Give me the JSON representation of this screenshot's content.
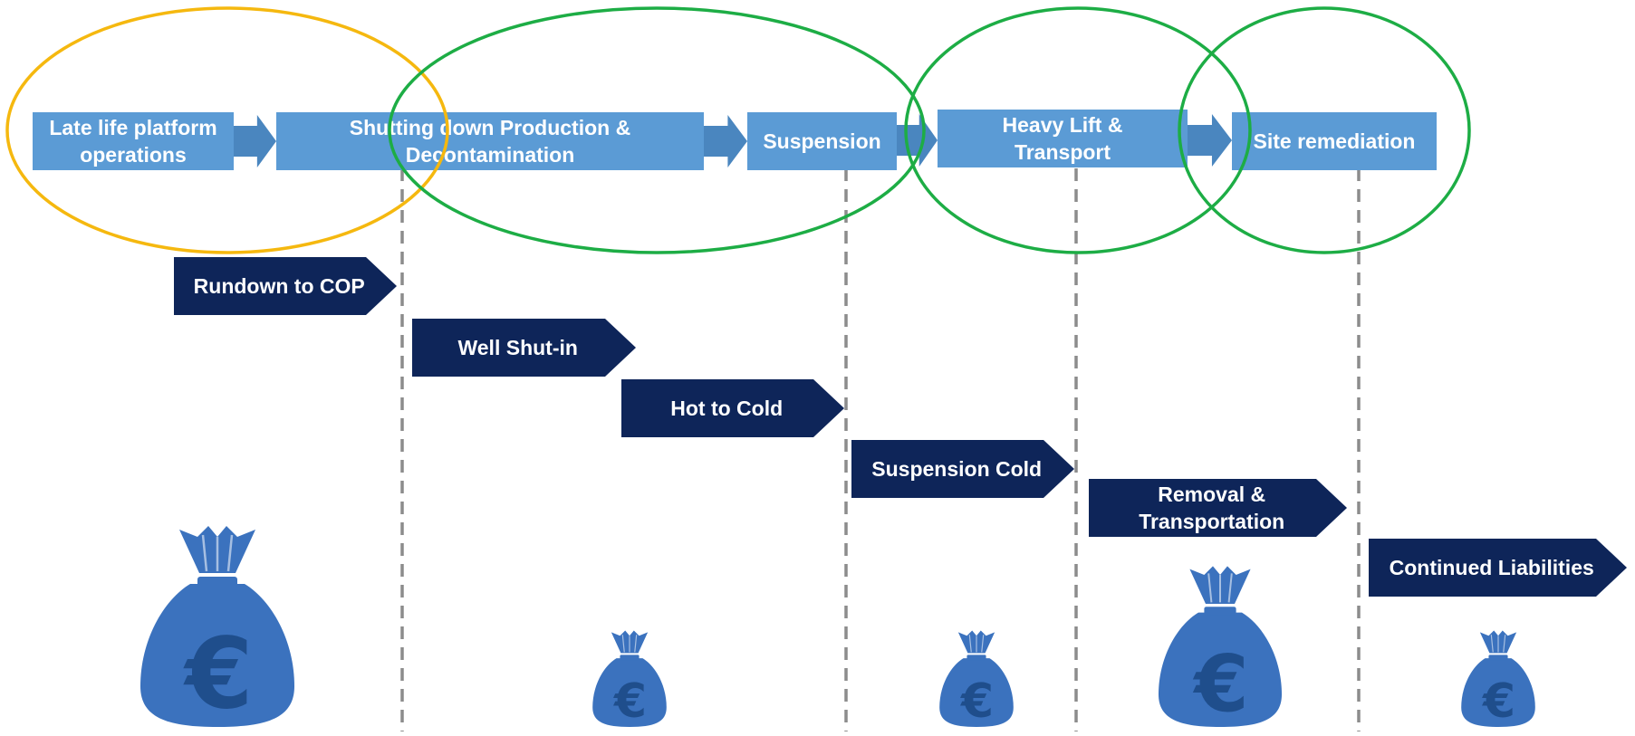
{
  "colors": {
    "phase_box": "#5B9BD5",
    "phase_arrow": "#4A86BF",
    "activity_chevron": "#0E2559",
    "ellipse_yellow": "#F5B80F",
    "ellipse_green": "#1DAD45",
    "divider": "#8C8C8C",
    "money_bag": "#3B72BE",
    "text": "#FFFFFF"
  },
  "phases": [
    {
      "label": "Late life platform operations",
      "lines": [
        "Late life platform",
        "operations"
      ]
    },
    {
      "label": "Shutting down Production & Decontamination",
      "lines": [
        "Shutting down Production &",
        "Decontamination"
      ]
    },
    {
      "label": "Suspension",
      "lines": [
        "Suspension"
      ]
    },
    {
      "label": "Heavy Lift & Transport",
      "lines": [
        "Heavy Lift &",
        "Transport"
      ]
    },
    {
      "label": "Site remediation",
      "lines": [
        "Site remediation"
      ]
    }
  ],
  "activities": [
    {
      "label": "Rundown to COP",
      "lines": [
        "Rundown to COP"
      ]
    },
    {
      "label": "Well Shut-in",
      "lines": [
        "Well Shut-in"
      ]
    },
    {
      "label": "Hot to Cold",
      "lines": [
        "Hot to Cold"
      ]
    },
    {
      "label": "Suspension Cold",
      "lines": [
        "Suspension Cold"
      ]
    },
    {
      "label": "Removal & Transportation",
      "lines": [
        "Removal &",
        "Transportation"
      ]
    },
    {
      "label": "Continued Liabilities",
      "lines": [
        "Continued Liabilities"
      ]
    }
  ],
  "cost_icons": [
    {
      "symbol": "€",
      "size": "large"
    },
    {
      "symbol": "€",
      "size": "small"
    },
    {
      "symbol": "€",
      "size": "small"
    },
    {
      "symbol": "€",
      "size": "large"
    },
    {
      "symbol": "€",
      "size": "small"
    }
  ]
}
